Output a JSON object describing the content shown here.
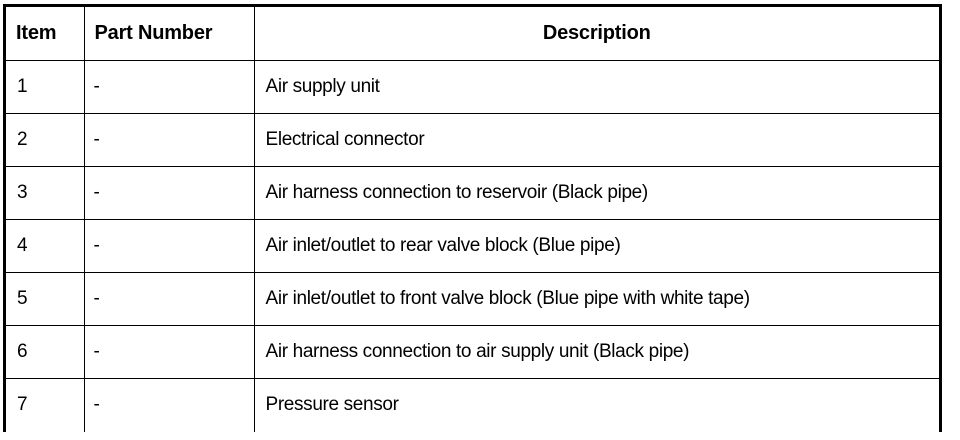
{
  "table": {
    "columns": [
      {
        "key": "item",
        "label": "Item",
        "align": "left"
      },
      {
        "key": "part_number",
        "label": "Part Number",
        "align": "left"
      },
      {
        "key": "description",
        "label": "Description",
        "align": "center"
      }
    ],
    "rows": [
      {
        "item": "1",
        "part_number": "-",
        "description": "Air supply unit"
      },
      {
        "item": "2",
        "part_number": "-",
        "description": "Electrical connector"
      },
      {
        "item": "3",
        "part_number": "-",
        "description": "Air harness connection to reservoir (Black pipe)"
      },
      {
        "item": "4",
        "part_number": "-",
        "description": "Air inlet/outlet to rear valve block (Blue pipe)"
      },
      {
        "item": "5",
        "part_number": "-",
        "description": "Air inlet/outlet to front valve block (Blue pipe with white tape)"
      },
      {
        "item": "6",
        "part_number": "-",
        "description": "Air harness connection to air supply unit (Black pipe)"
      },
      {
        "item": "7",
        "part_number": "-",
        "description": "Pressure sensor"
      }
    ]
  },
  "colors": {
    "background": "#ffffff",
    "text": "#000000",
    "border": "#000000"
  }
}
